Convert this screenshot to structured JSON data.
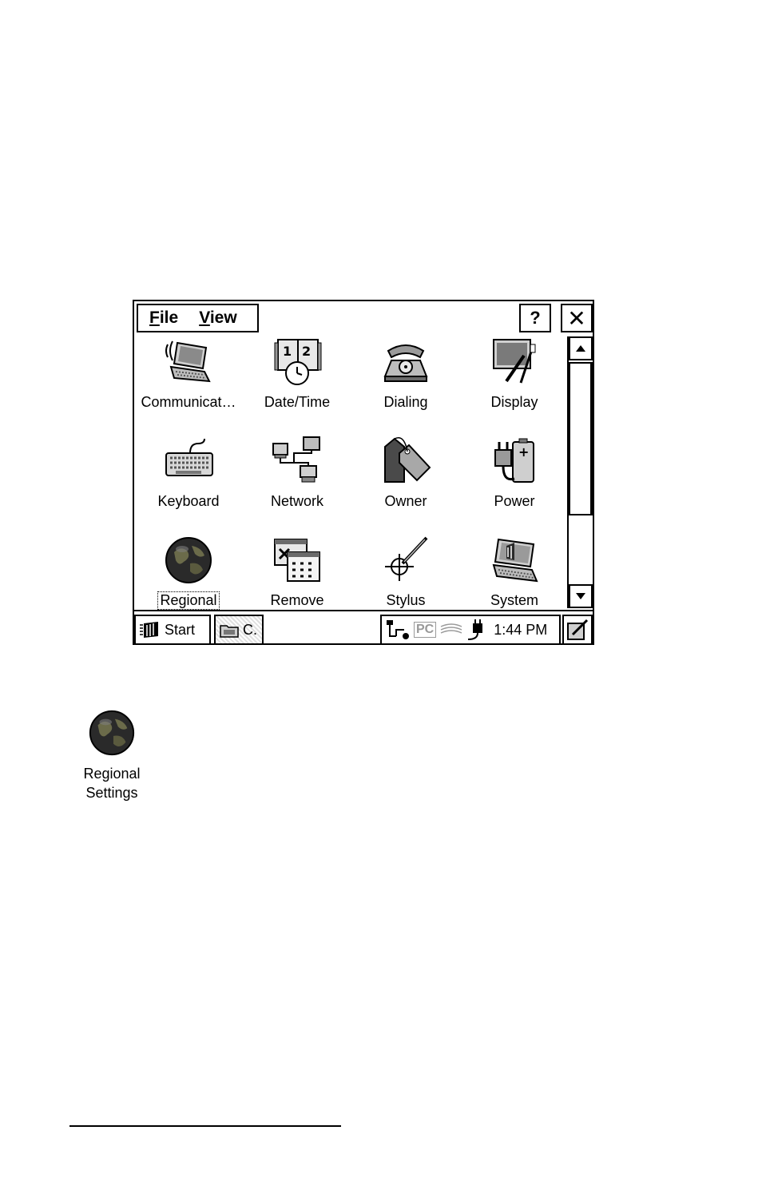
{
  "menu": {
    "file": "File",
    "file_access": "F",
    "file_rest": "ile",
    "view": "View",
    "view_access": "V",
    "view_rest": "iew"
  },
  "titlebar": {
    "help_label": "?",
    "close_label": "✕"
  },
  "items": [
    {
      "label": "Communicat…",
      "icon": "laptop-signal-icon"
    },
    {
      "label": "Date/Time",
      "icon": "calendar-clock-icon"
    },
    {
      "label": "Dialing",
      "icon": "telephone-icon"
    },
    {
      "label": "Display",
      "icon": "display-icon"
    },
    {
      "label": "Keyboard",
      "icon": "keyboard-icon"
    },
    {
      "label": "Network",
      "icon": "network-icon"
    },
    {
      "label": "Owner",
      "icon": "owner-tag-icon"
    },
    {
      "label": "Power",
      "icon": "power-plug-battery-icon"
    },
    {
      "label": "Regional",
      "icon": "globe-icon",
      "selected": true
    },
    {
      "label": "Remove",
      "icon": "remove-programs-icon"
    },
    {
      "label": "Stylus",
      "icon": "stylus-crosshair-icon"
    },
    {
      "label": "System",
      "icon": "system-laptop-icon"
    }
  ],
  "taskbar": {
    "start_label": "Start",
    "task_label": "C.",
    "tray_pc": "PC",
    "clock": "1:44 PM"
  },
  "standalone": {
    "line1": "Regional",
    "line2": "Settings"
  }
}
